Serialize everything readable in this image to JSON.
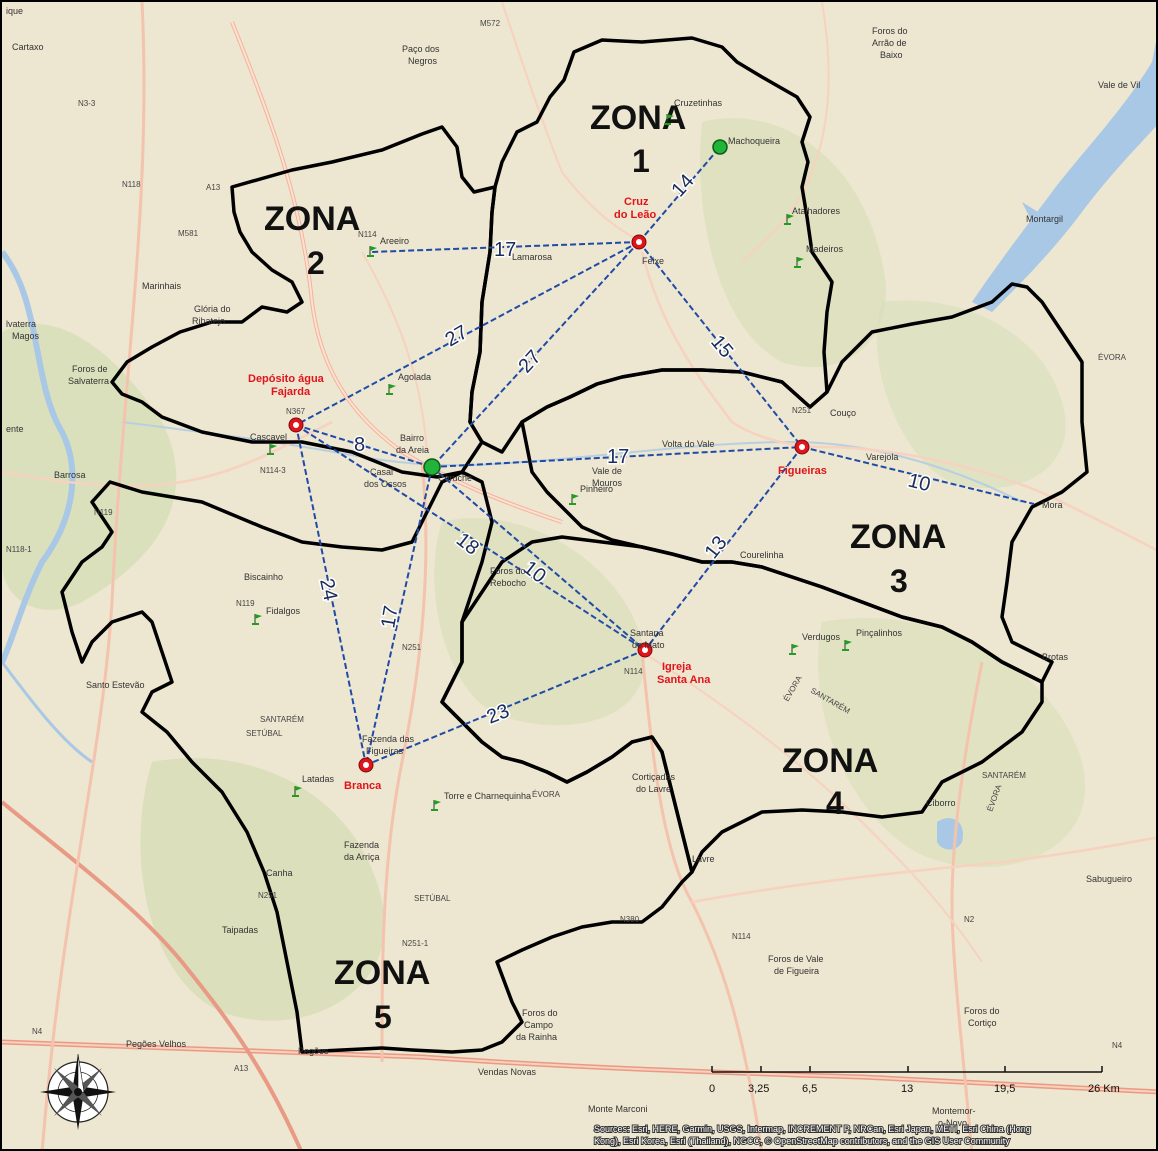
{
  "map": {
    "zones": [
      {
        "name": "ZONA",
        "number": "1"
      },
      {
        "name": "ZONA",
        "number": "2"
      },
      {
        "name": "ZONA",
        "number": "3"
      },
      {
        "name": "ZONA",
        "number": "4"
      },
      {
        "name": "ZONA",
        "number": "5"
      }
    ],
    "sites": [
      "Cruz do Leão",
      "Depósito água Fajarda",
      "Figueiras",
      "Igreja Santa Ana",
      "Branca"
    ],
    "site_lines": {
      "cruz": [
        "Cruz",
        "do Leão"
      ],
      "deposito": [
        "Depósito água",
        "Fajarda"
      ],
      "igreja": [
        "Igreja",
        "Santa Ana"
      ]
    },
    "routes": [
      "14",
      "17",
      "27",
      "27",
      "15",
      "8",
      "17",
      "10",
      "18",
      "10",
      "13",
      "24",
      "17",
      "23"
    ],
    "places": {
      "cruzetinhas": "Cruzetinhas",
      "machoqueira": "Machoqueira",
      "atalhadores": "Atalhadores",
      "madeiros": "Madeiros",
      "areeiro": "Areeiro",
      "lamarosa": "Lamarosa",
      "feixe": "Feixe",
      "agolada": "Agolada",
      "cascavel": "Cascavel",
      "bairro_areia": [
        "Bairro",
        "da Areia"
      ],
      "casal_ossos": [
        "Casal",
        "dos Ossos"
      ],
      "coruche": "Coruche",
      "vale_mouros": [
        "Vale de",
        "Mouros"
      ],
      "pinheiro": "Pinheiro",
      "volta_vale": "Volta do Vale",
      "couco": "Couço",
      "varejola": "Varejola",
      "mora": "Mora",
      "courelinha": "Courelinha",
      "foros_rebocho": [
        "Foros do",
        "Rebocho"
      ],
      "santana_mato": [
        "Santana",
        "do Mato"
      ],
      "verdugos": "Verdugos",
      "pincalinhos": "Pinçalinhos",
      "brotas": "Brotas",
      "fazenda_figueiras": [
        "Fazenda das",
        "Figueiras"
      ],
      "latadas": "Latadas",
      "torre_charnequinha": "Torre e Charnequinha",
      "cortigadas": [
        "Cortiçadas",
        "do Lavre"
      ],
      "ciborro": "Ciborro",
      "lavre": "Lavre",
      "sabugueiro": "Sabugueiro",
      "fazenda_arrica": [
        "Fazenda",
        "da Arriça"
      ],
      "canha": "Canha",
      "taipadas": "Taipadas",
      "foros_vale_figueira": [
        "Foros de Vale",
        "de Figueira"
      ],
      "foros_corti": [
        "Foros do",
        "Cortiço"
      ],
      "foros_campo_rainha": [
        "Foros do",
        "Campo",
        "da Rainha"
      ],
      "pegoes_velhos": "Pegões Velhos",
      "pegoes": "Pegões",
      "vendas_novas": "Vendas Novas",
      "monte_marconi": "Monte Marconi",
      "montemor": [
        "Montemor-",
        "o-Novo"
      ],
      "cartaxo": "Cartaxo",
      "paco_negros": [
        "Paço dos",
        "Negros"
      ],
      "foros_arrao": [
        "Foros do",
        "Arrão de",
        "Baixo"
      ],
      "vale_vilao": "Vale de Vil",
      "montargil": "Montargil",
      "marinhais": "Marinhais",
      "gloria": [
        "Glória do",
        "Ribatejo"
      ],
      "salvaterra_magos": [
        "lvaterra",
        "Magos"
      ],
      "foros_salvaterra": [
        "Foros de",
        "Salvaterra"
      ],
      "benavente": "ente",
      "barrosa": "Barrosa",
      "biscainho": "Biscainho",
      "fidalgos": "Fidalgos",
      "santo_estevao": "Santo Estevão",
      "ique": "ique"
    },
    "roads": [
      "M572",
      "N3-3",
      "N118",
      "A13",
      "M581",
      "N114",
      "N367",
      "N114-3",
      "N251",
      "N119",
      "N251",
      "N114",
      "N251",
      "N380",
      "N114",
      "N251-1",
      "N2",
      "N4",
      "A13",
      "N4",
      "N118-1",
      "N119"
    ],
    "region_labels": [
      "ÉVORA",
      "SANTARÉM",
      "ÉVORA",
      "SANTARÉM",
      "SETÚBAL",
      "SETÚBAL",
      "ÉVORA",
      "SANTARÉM",
      "ÉVORA"
    ],
    "scale": {
      "ticks": [
        "0",
        "3,25",
        "6,5",
        "13",
        "19,5",
        "26 Km"
      ]
    },
    "attribution": [
      "Sources: Esri, HERE, Garmin, USGS, Intermap, INCREMENT P, NRCan, Esri Japan, METI, Esri China (Hong",
      "Kong), Esri Korea, Esri (Thailand), NGCC, © OpenStreetMap contributors, and the GIS User Community"
    ]
  },
  "colors": {
    "land": "#ede6d0",
    "forest": "#c9d6a6",
    "water": "#a9c8e6",
    "route": "#1f4aa8",
    "boundary": "#000000",
    "site": "#e0141a"
  }
}
